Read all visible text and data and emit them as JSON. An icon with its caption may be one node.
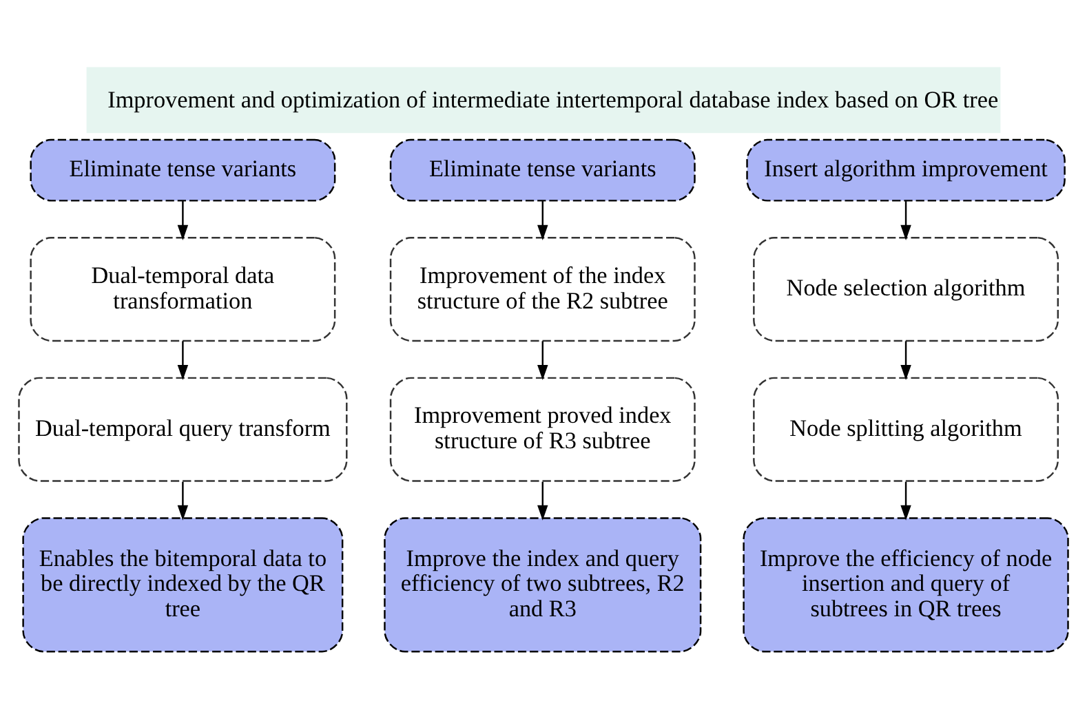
{
  "diagram": {
    "title": "Improvement and optimization of intermediate intertemporal database index based on OR tree",
    "nodes": [
      {
        "text": [
          "Eliminate tense variants"
        ]
      },
      {
        "text": [
          "Eliminate tense variants"
        ]
      },
      {
        "text": [
          "Insert algorithm improvement"
        ]
      },
      {
        "text": [
          "Dual-temporal data transformation"
        ]
      },
      {
        "text": [
          "Improvement of the index structure of the R2 subtree"
        ]
      },
      {
        "text": [
          "Node selection algorithm"
        ]
      },
      {
        "text": [
          "Dual-temporal query transform"
        ]
      },
      {
        "text": [
          "Improvement proved index structure of R3 subtree"
        ]
      },
      {
        "text": [
          "Node splitting algorithm"
        ]
      },
      {
        "text": [
          "Enables the bitemporal data to be directly indexed by the QR tree"
        ]
      },
      {
        "text": [
          "Improve the index and query efficiency of two subtrees, R2 and R3"
        ]
      },
      {
        "text": [
          "Improve the efficiency of node insertion and query of subtrees in QR trees"
        ]
      }
    ],
    "edges": [
      {
        "from": 0,
        "to": 3,
        "arrow": "to"
      },
      {
        "from": 3,
        "to": 6,
        "arrow": "to"
      },
      {
        "from": 6,
        "to": 9,
        "arrow": "to"
      },
      {
        "from": 1,
        "to": 4,
        "arrow": "to"
      },
      {
        "from": 4,
        "to": 7,
        "arrow": "to"
      },
      {
        "from": 7,
        "to": 10,
        "arrow": "to"
      },
      {
        "from": 2,
        "to": 5,
        "arrow": "to"
      },
      {
        "from": 5,
        "to": 8,
        "arrow": "to"
      },
      {
        "from": 8,
        "to": 11,
        "arrow": "to"
      }
    ]
  }
}
